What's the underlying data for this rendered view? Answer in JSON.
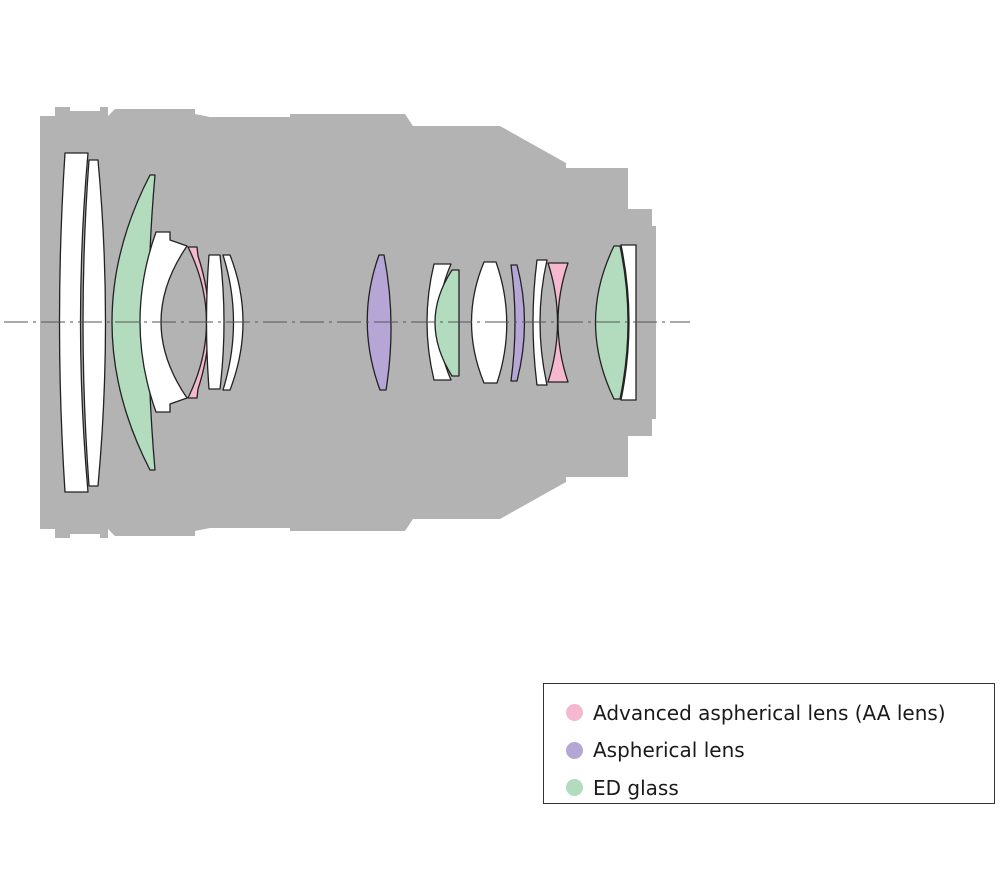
{
  "colors": {
    "barrel": "#b3b3b3",
    "plain_glass": "#ffffff",
    "aa_lens": "#f6b8cf",
    "aspherical": "#b5a6d6",
    "ed_glass": "#b3dbbd",
    "axis": "#555555"
  },
  "legend": {
    "items": [
      {
        "label": "Advanced aspherical lens (AA lens)",
        "color": "#f6b8cf"
      },
      {
        "label": "Aspherical lens",
        "color": "#b5a6d6"
      },
      {
        "label": "ED glass",
        "color": "#b3dbbd"
      }
    ]
  }
}
